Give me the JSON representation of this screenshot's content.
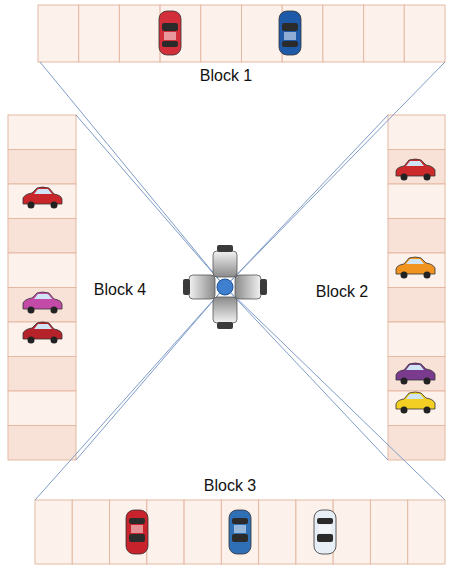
{
  "diagram": {
    "nodes": [
      {
        "text": [
          "Block 1"
        ]
      },
      {
        "text": [
          "Block 2"
        ]
      },
      {
        "text": [
          "Block 3"
        ]
      },
      {
        "text": [
          "Block 4"
        ]
      }
    ]
  }
}
